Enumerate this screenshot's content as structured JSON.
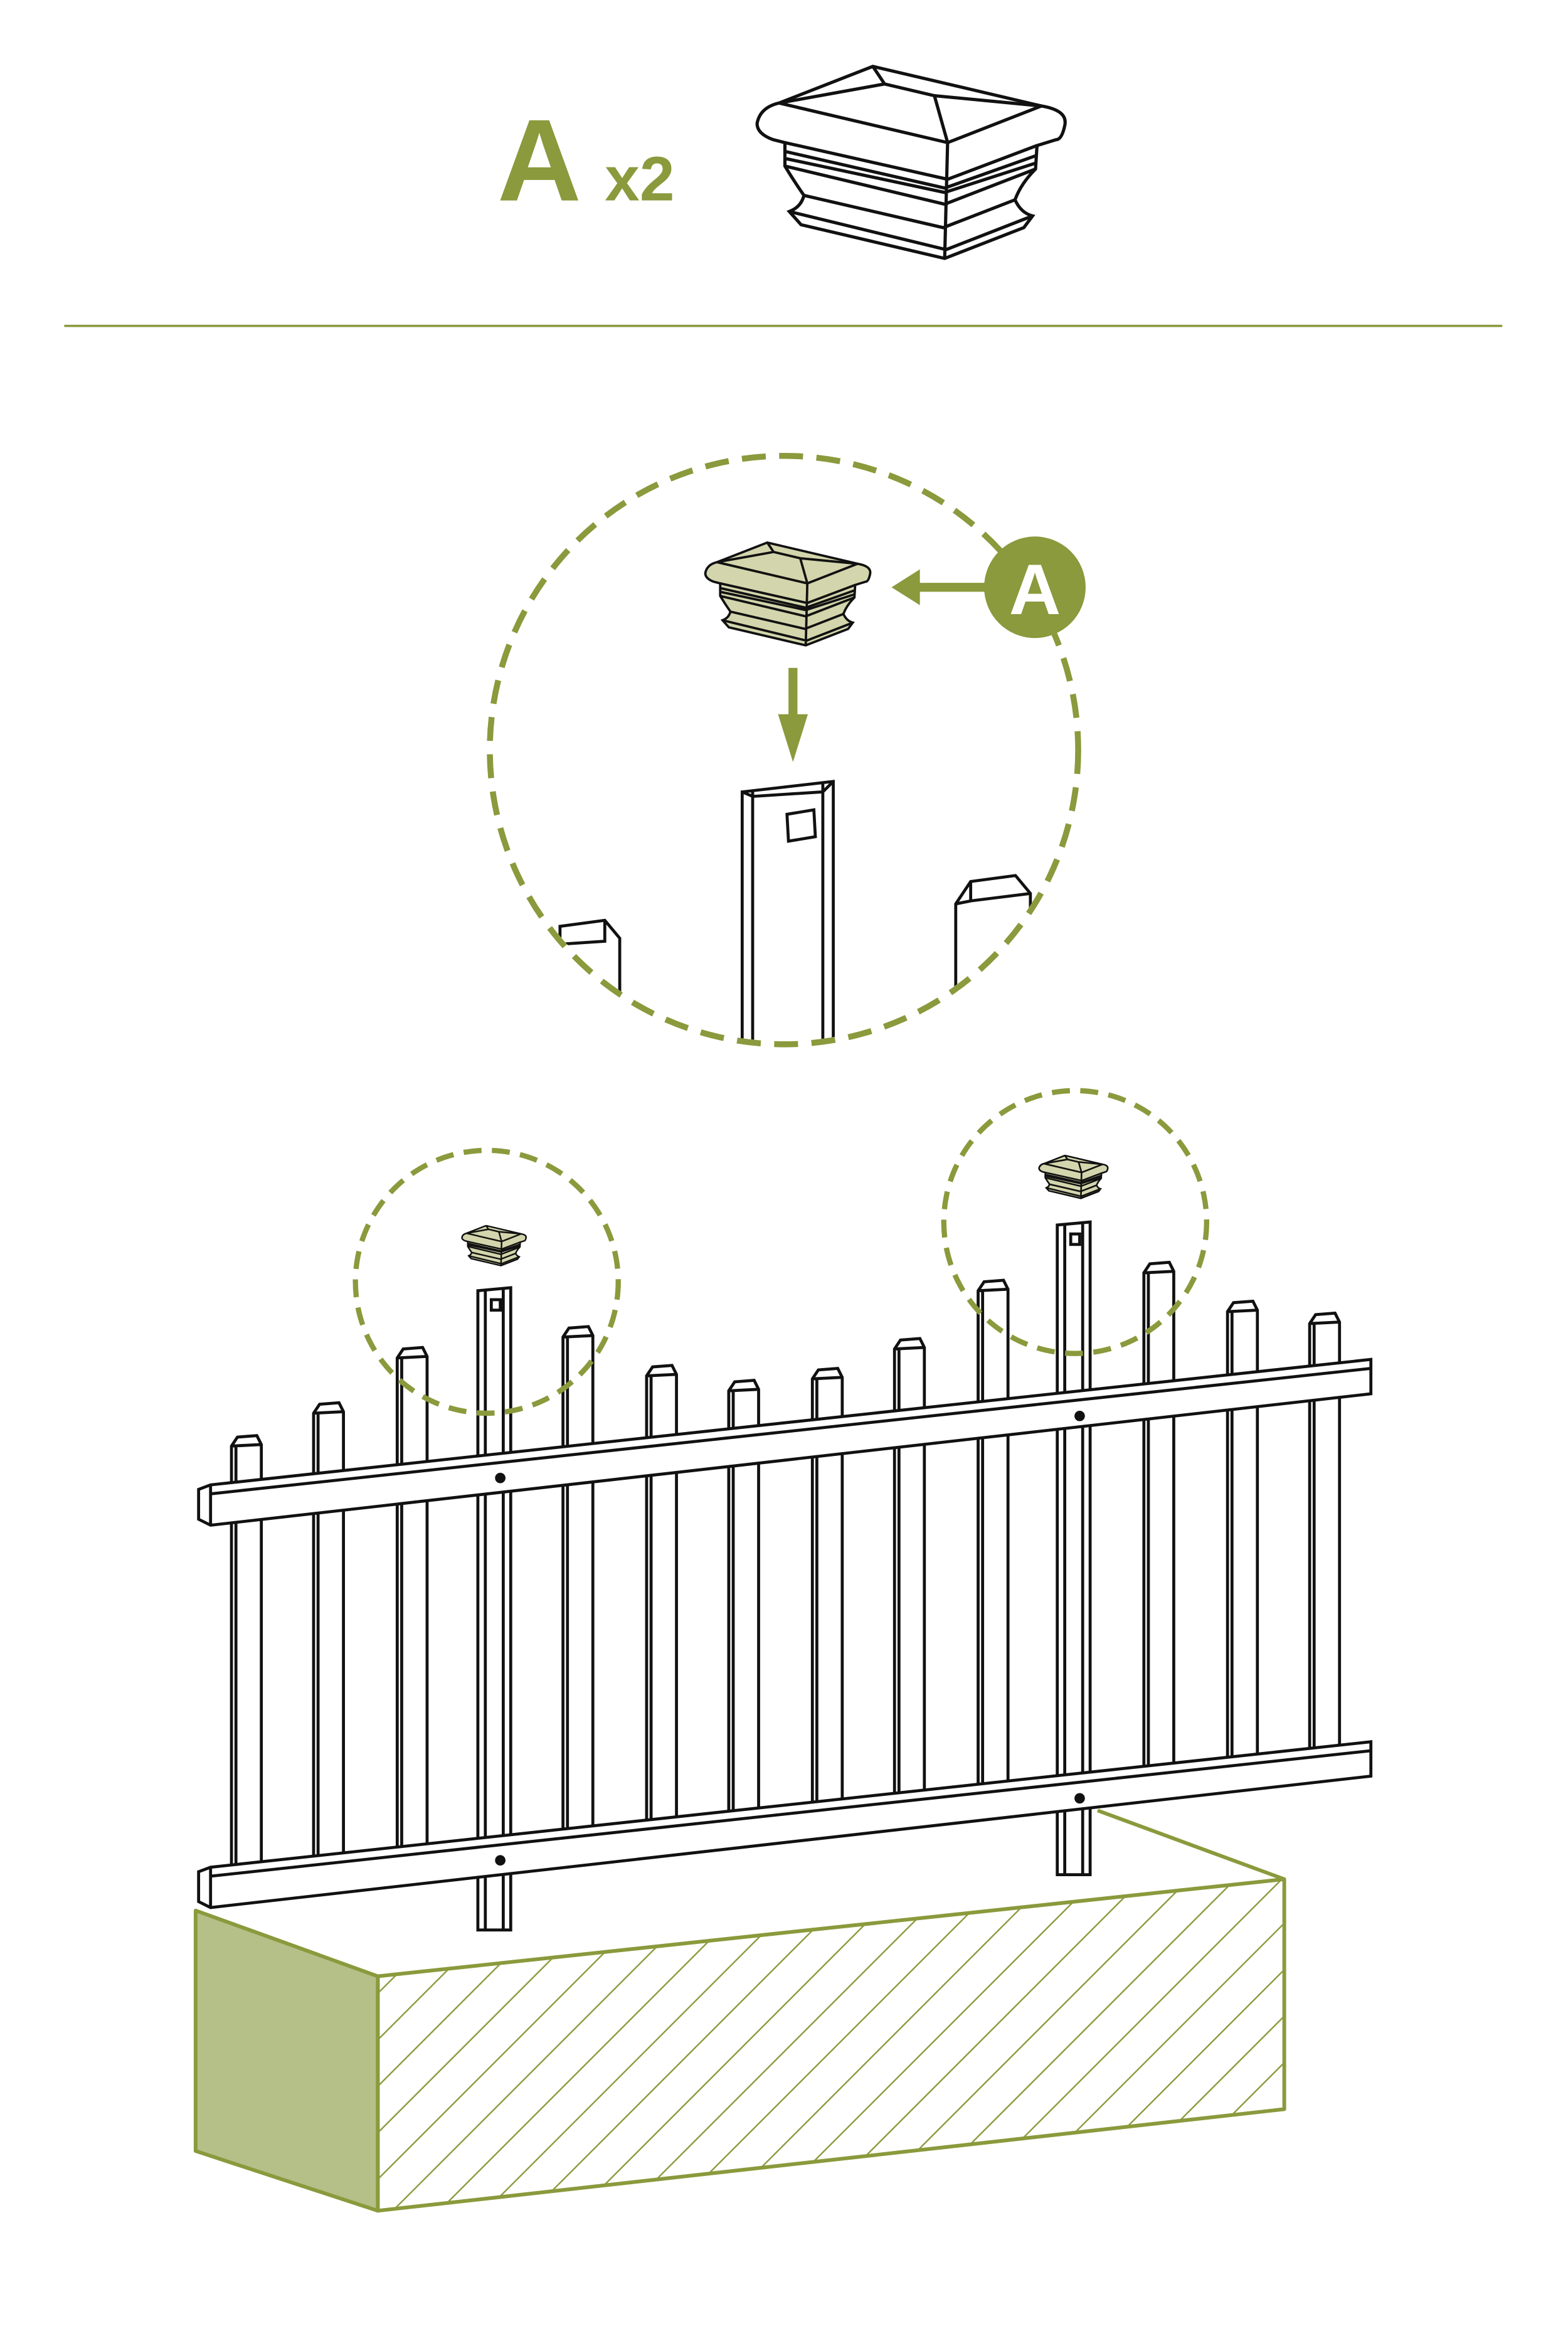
{
  "header": {
    "part_letter": "A",
    "quantity": "x2"
  },
  "detail": {
    "badge_letter": "A"
  },
  "colors": {
    "accent": "#8a9a3c",
    "cap_fill": "#d3d6ac",
    "ground_side": "#b5bf88",
    "line": "#111111"
  }
}
